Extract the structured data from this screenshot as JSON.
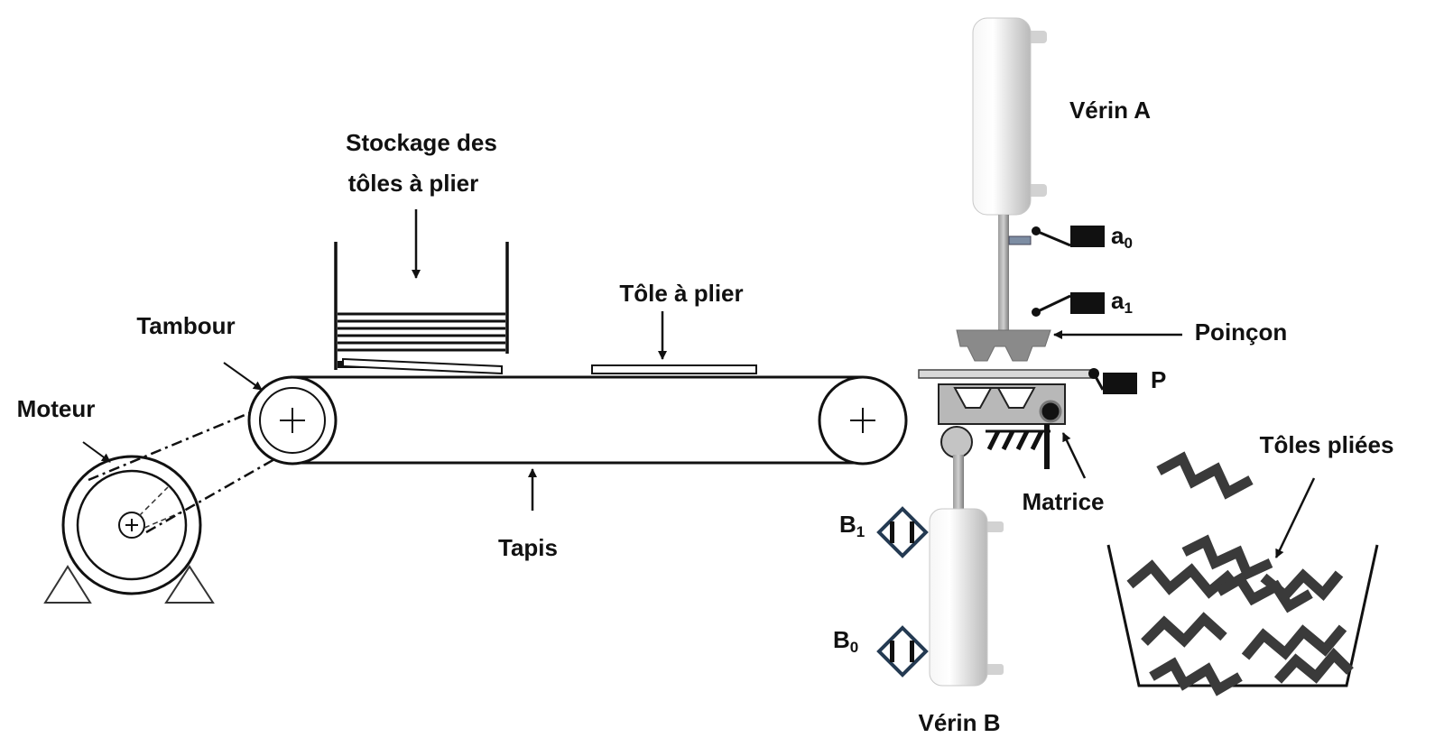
{
  "labels": {
    "stockage_line1": "Stockage des",
    "stockage_line2": "tôles à plier",
    "tole_a_plier": "Tôle à plier",
    "tambour": "Tambour",
    "moteur": "Moteur",
    "tapis": "Tapis",
    "verin_a": "Vérin A",
    "verin_b": "Vérin B",
    "poincon": "Poinçon",
    "matrice": "Matrice",
    "toles_pliees": "Tôles pliées",
    "sensor_p": "P",
    "sensor_a0": {
      "base": "a",
      "sub": "0"
    },
    "sensor_a1": {
      "base": "a",
      "sub": "1"
    },
    "sensor_b0": {
      "base": "B",
      "sub": "0"
    },
    "sensor_b1": {
      "base": "B",
      "sub": "1"
    }
  },
  "colors": {
    "line": "#111111",
    "cylinder_body": "#e2e2e2",
    "rod": "#888888",
    "tool_grey": "#8a8a8a",
    "sensor_outline": "#243a52",
    "bent_sheets": "#3a3a3a"
  }
}
